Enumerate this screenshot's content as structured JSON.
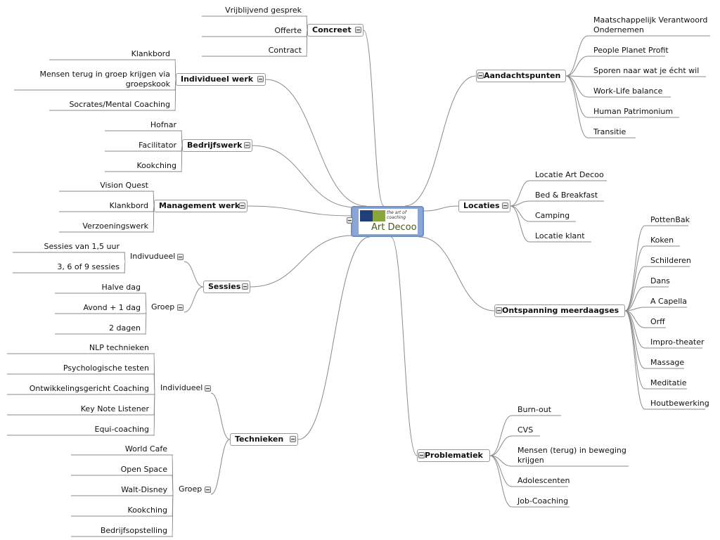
{
  "central": {
    "tagline": "the art of coaching",
    "name": "Art Decoo"
  },
  "branches": {
    "concreet": {
      "label": "Concreet",
      "items": [
        "Vrijblijvend gesprek",
        "Offerte",
        "Contract"
      ]
    },
    "individueel_werk": {
      "label": "Individueel werk",
      "items": [
        "Klankbord",
        "Mensen terug in groep krijgen via\ngroepskook",
        "Socrates/Mental Coaching"
      ]
    },
    "bedrijfswerk": {
      "label": "Bedrijfswerk",
      "items": [
        "Hofnar",
        "Facilitator",
        "Kookching"
      ]
    },
    "management_werk": {
      "label": "Management werk",
      "items": [
        "Vision Quest",
        "Klankbord",
        "Verzoeningswerk"
      ]
    },
    "sessies": {
      "label": "Sessies",
      "indivudueel": {
        "label": "Indivudueel",
        "items": [
          "Sessies van 1,5 uur",
          "3, 6 of 9 sessies"
        ]
      },
      "groep": {
        "label": "Groep",
        "items": [
          "Halve dag",
          "Avond + 1 dag",
          "2 dagen"
        ]
      }
    },
    "technieken": {
      "label": "Technieken",
      "individueel": {
        "label": "Individueel",
        "items": [
          "NLP technieken",
          "Psychologische testen",
          "Ontwikkelingsgericht Coaching",
          "Key Note Listener",
          "Equi-coaching"
        ]
      },
      "groep": {
        "label": "Groep",
        "items": [
          "World Cafe",
          "Open Space",
          "Walt-Disney",
          "Kookching",
          "Bedrijfsopstelling"
        ]
      }
    },
    "aandachtspunten": {
      "label": "Aandachtspunten",
      "items": [
        "Maatschappelijk Verantwoord\nOndernemen",
        "People Planet Profit",
        "Sporen naar wat je écht wil",
        "Work-Life balance",
        "Human Patrimonium",
        "Transitie"
      ]
    },
    "locaties": {
      "label": "Locaties",
      "items": [
        "Locatie Art Decoo",
        "Bed & Breakfast",
        "Camping",
        "Locatie klant"
      ]
    },
    "ontspanning": {
      "label": "Ontspanning meerdaagses",
      "items": [
        "PottenBak",
        "Koken",
        "Schilderen",
        "Dans",
        "A Capella",
        "Orff",
        "Impro-theater",
        "Massage",
        "Meditatie",
        "Houtbewerking"
      ]
    },
    "problematiek": {
      "label": "Problematiek",
      "items": [
        "Burn-out",
        "CVS",
        "Mensen (terug) in beweging\nkrijgen",
        "Adolescenten",
        "Job-Coaching"
      ]
    }
  }
}
